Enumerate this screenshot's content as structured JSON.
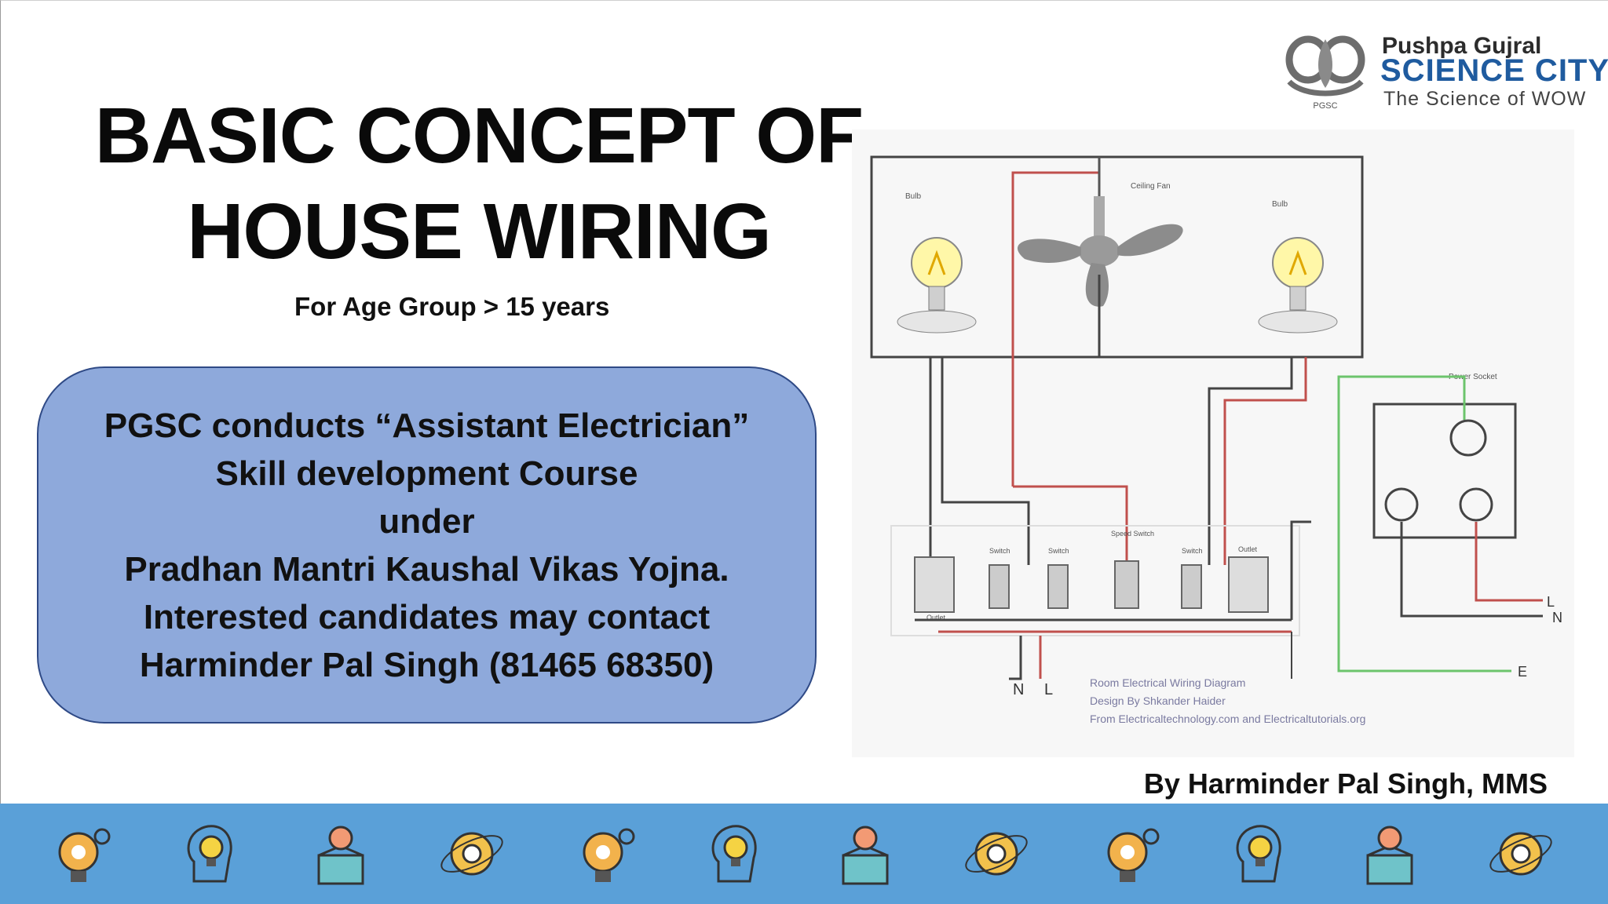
{
  "slide": {
    "title_line1": "BASIC CONCEPT OF",
    "title_line2": "HOUSE WIRING",
    "subtitle": "For Age Group > 15 years",
    "author": "By  Harminder Pal Singh, MMS"
  },
  "info_box": {
    "lines": [
      "PGSC conducts “Assistant Electrician”",
      "Skill development Course",
      "under",
      "Pradhan Mantri Kaushal Vikas Yojna.",
      "Interested candidates may contact",
      "Harminder Pal Singh (81465 68350)"
    ]
  },
  "logo": {
    "name": "Pushpa Gujral",
    "city": "SCIENCE CITY",
    "tagline": "The Science of WOW",
    "abbr": "PGSC"
  },
  "diagram": {
    "labels": {
      "bulb_left": "Bulb",
      "bulb_right": "Bulb",
      "fan": "Ceiling Fan",
      "power_socket": "Power Socket",
      "switch1": "Switch",
      "switch2": "Switch",
      "regulator": "Speed Switch",
      "switch3": "Switch",
      "outlet_right": "Outlet",
      "outlet_left": "Outlet",
      "neutral": "N",
      "line": "L",
      "right_line": "L",
      "right_neutral": "N",
      "earth": "E",
      "caption1": "Room Electrical Wiring Diagram",
      "caption2": "Design By Shkander Haider",
      "caption3": "From Electricaltechnology.com and Electricaltutorials.org"
    }
  },
  "colors": {
    "info_box_fill": "#8ea9db",
    "info_box_border": "#2f4a86",
    "band": "#5aa0d8",
    "logo_blue": "#1f5b9f"
  },
  "band_icons": [
    "bulb-gear-icon",
    "head-bulb-icon",
    "box-brain-icon",
    "atom-gear-icon",
    "bulb-gear-icon",
    "head-bulb-icon",
    "box-brain-icon",
    "atom-gear-icon",
    "bulb-gear-icon",
    "head-bulb-icon",
    "box-brain-icon",
    "atom-gear-icon"
  ]
}
